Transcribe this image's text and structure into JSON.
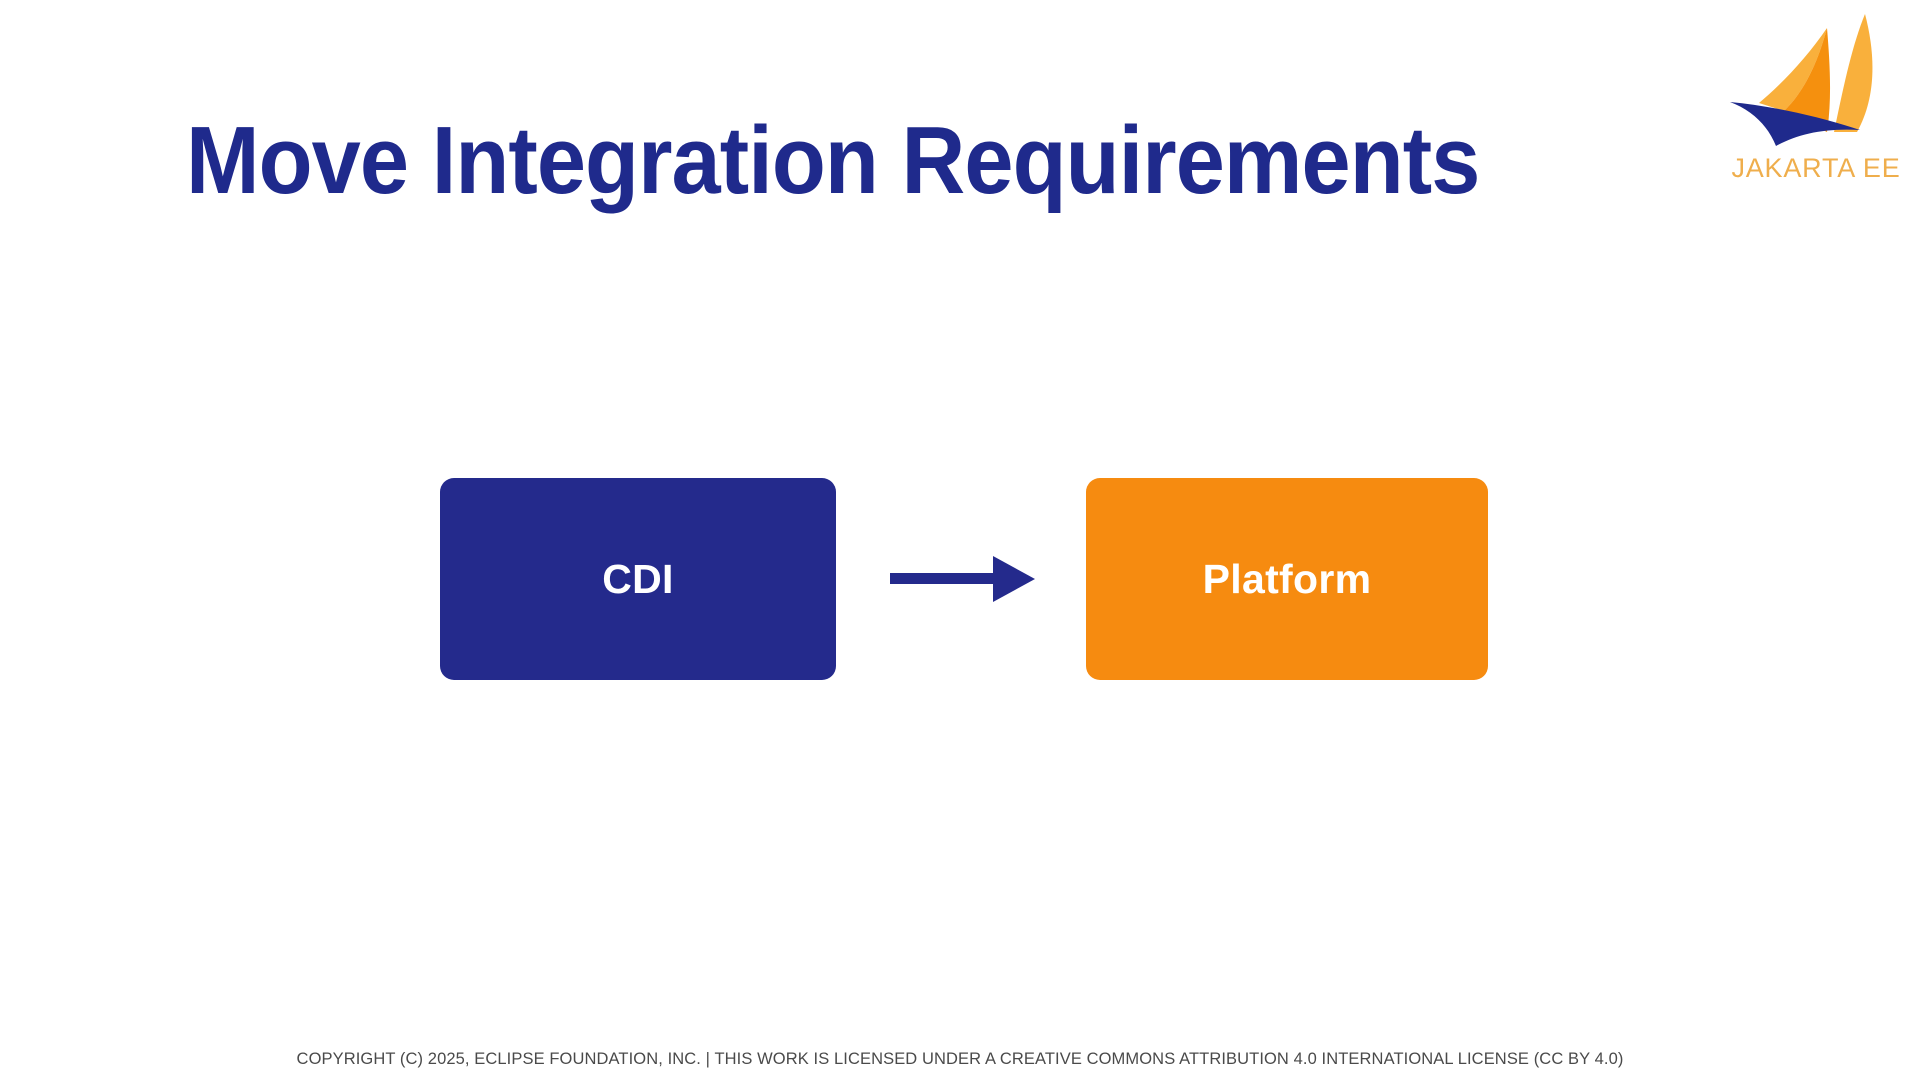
{
  "slide": {
    "title": "Move Integration Requirements",
    "background_color": "#FFFFFF",
    "title_color": "#1F2A8C"
  },
  "logo": {
    "wordmark": "JAKARTA EE",
    "sail_light_color": "#F9B03C",
    "sail_dark_color": "#F5900E",
    "hull_color": "#1F2A8C",
    "wordmark_color": "#EFAE4C"
  },
  "diagram": {
    "nodes": [
      {
        "id": "cdi",
        "label": "CDI",
        "fill_color": "#242A8C",
        "text_color": "#FFFFFF"
      },
      {
        "id": "platform",
        "label": "Platform",
        "fill_color": "#F68B10",
        "text_color": "#FFFFFF"
      }
    ],
    "connector": {
      "from": "cdi",
      "to": "platform",
      "direction": "right",
      "color": "#242A8C"
    }
  },
  "footer": {
    "copyright": "COPYRIGHT (C) 2025, ECLIPSE FOUNDATION, INC. | THIS WORK IS LICENSED UNDER A CREATIVE COMMONS ATTRIBUTION 4.0 INTERNATIONAL LICENSE (CC BY 4.0)",
    "text_color": "#4A4A4A"
  }
}
